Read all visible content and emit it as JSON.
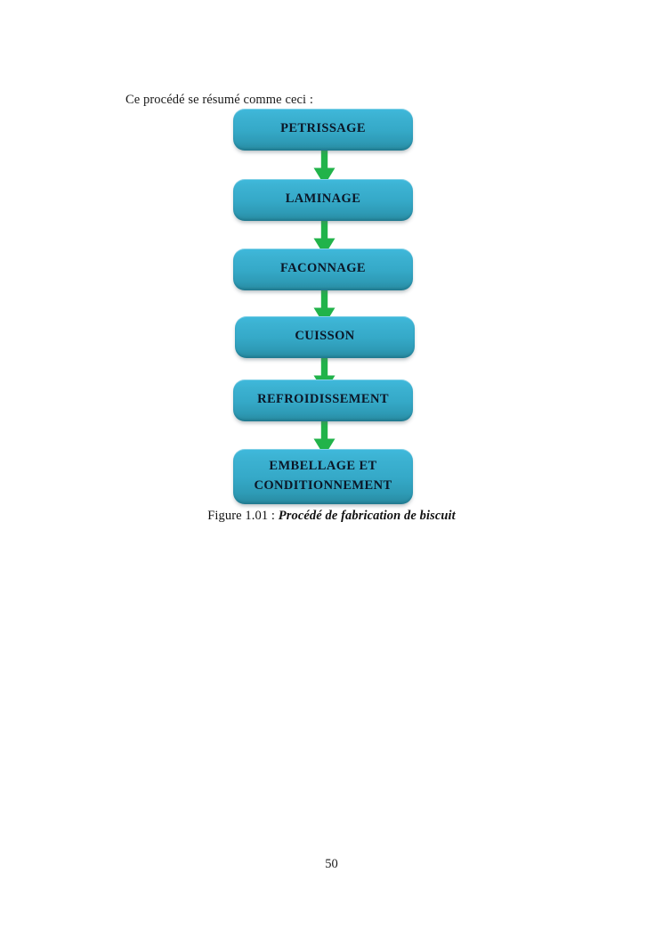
{
  "document": {
    "intro_text": "Ce procédé se résumé comme ceci :",
    "page_number": "50"
  },
  "figure": {
    "caption_prefix": "Figure 1.01 : ",
    "caption_title": "Procédé de fabrication de biscuit",
    "colors": {
      "node_top": "#3fb9dc",
      "node_bottom": "#26869c",
      "arrow": "#21b34a",
      "text": "#0b1626"
    },
    "flow": {
      "type": "process-flowchart",
      "direction": "top-to-bottom",
      "arrow_icon": "arrow-down-icon",
      "steps": [
        {
          "index": 1,
          "label": "PETRISSAGE"
        },
        {
          "index": 2,
          "label": "LAMINAGE"
        },
        {
          "index": 3,
          "label": "FACONNAGE"
        },
        {
          "index": 4,
          "label": "CUISSON"
        },
        {
          "index": 5,
          "label": "REFROIDISSEMENT"
        },
        {
          "index": 6,
          "label_line1": "EMBELLAGE ET",
          "label_line2": "CONDITIONNEMENT"
        }
      ]
    }
  }
}
